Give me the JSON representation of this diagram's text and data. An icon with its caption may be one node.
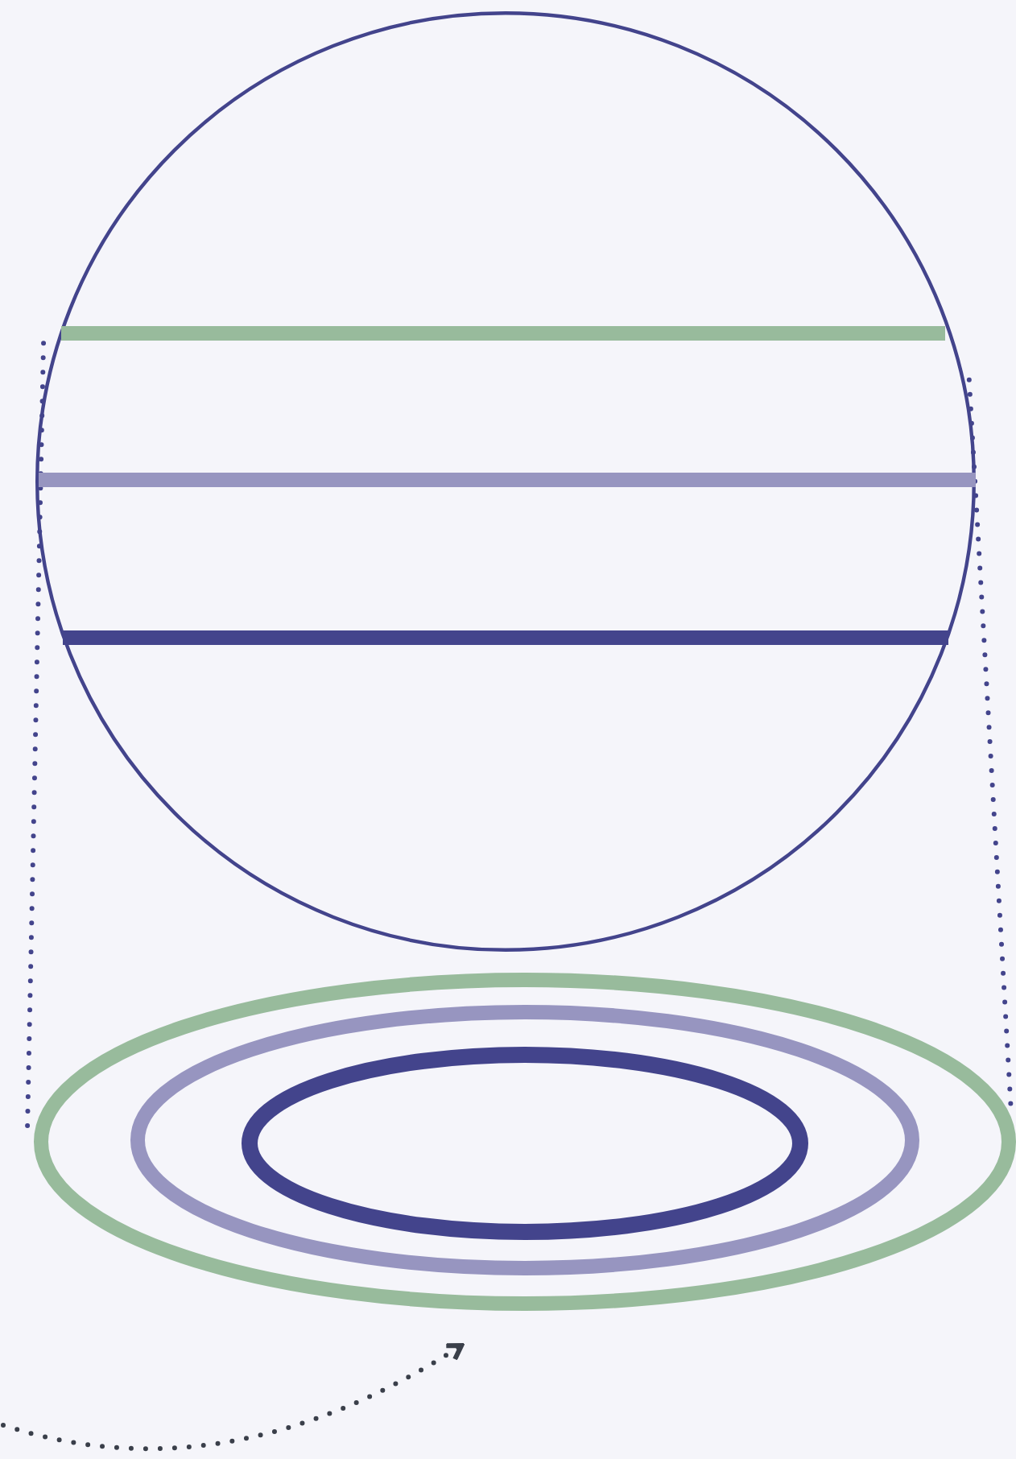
{
  "diagram": {
    "nodes": [
      {
        "text": [],
        "shape": "circle"
      },
      {
        "text": [],
        "shape": "ellipse"
      },
      {
        "text": [],
        "shape": "ellipse",
        "in": 1
      },
      {
        "text": [],
        "shape": "ellipse",
        "in": 2
      }
    ],
    "edges": [
      {
        "from": 0,
        "to": 1,
        "arrow": "none",
        "style": "dashed"
      },
      {
        "from": 0,
        "to": 1,
        "arrow": "none",
        "style": "dashed"
      },
      {
        "from": null,
        "to": 1,
        "arrow": "to",
        "style": "dashed",
        "color": "#3a3f4a"
      }
    ]
  }
}
